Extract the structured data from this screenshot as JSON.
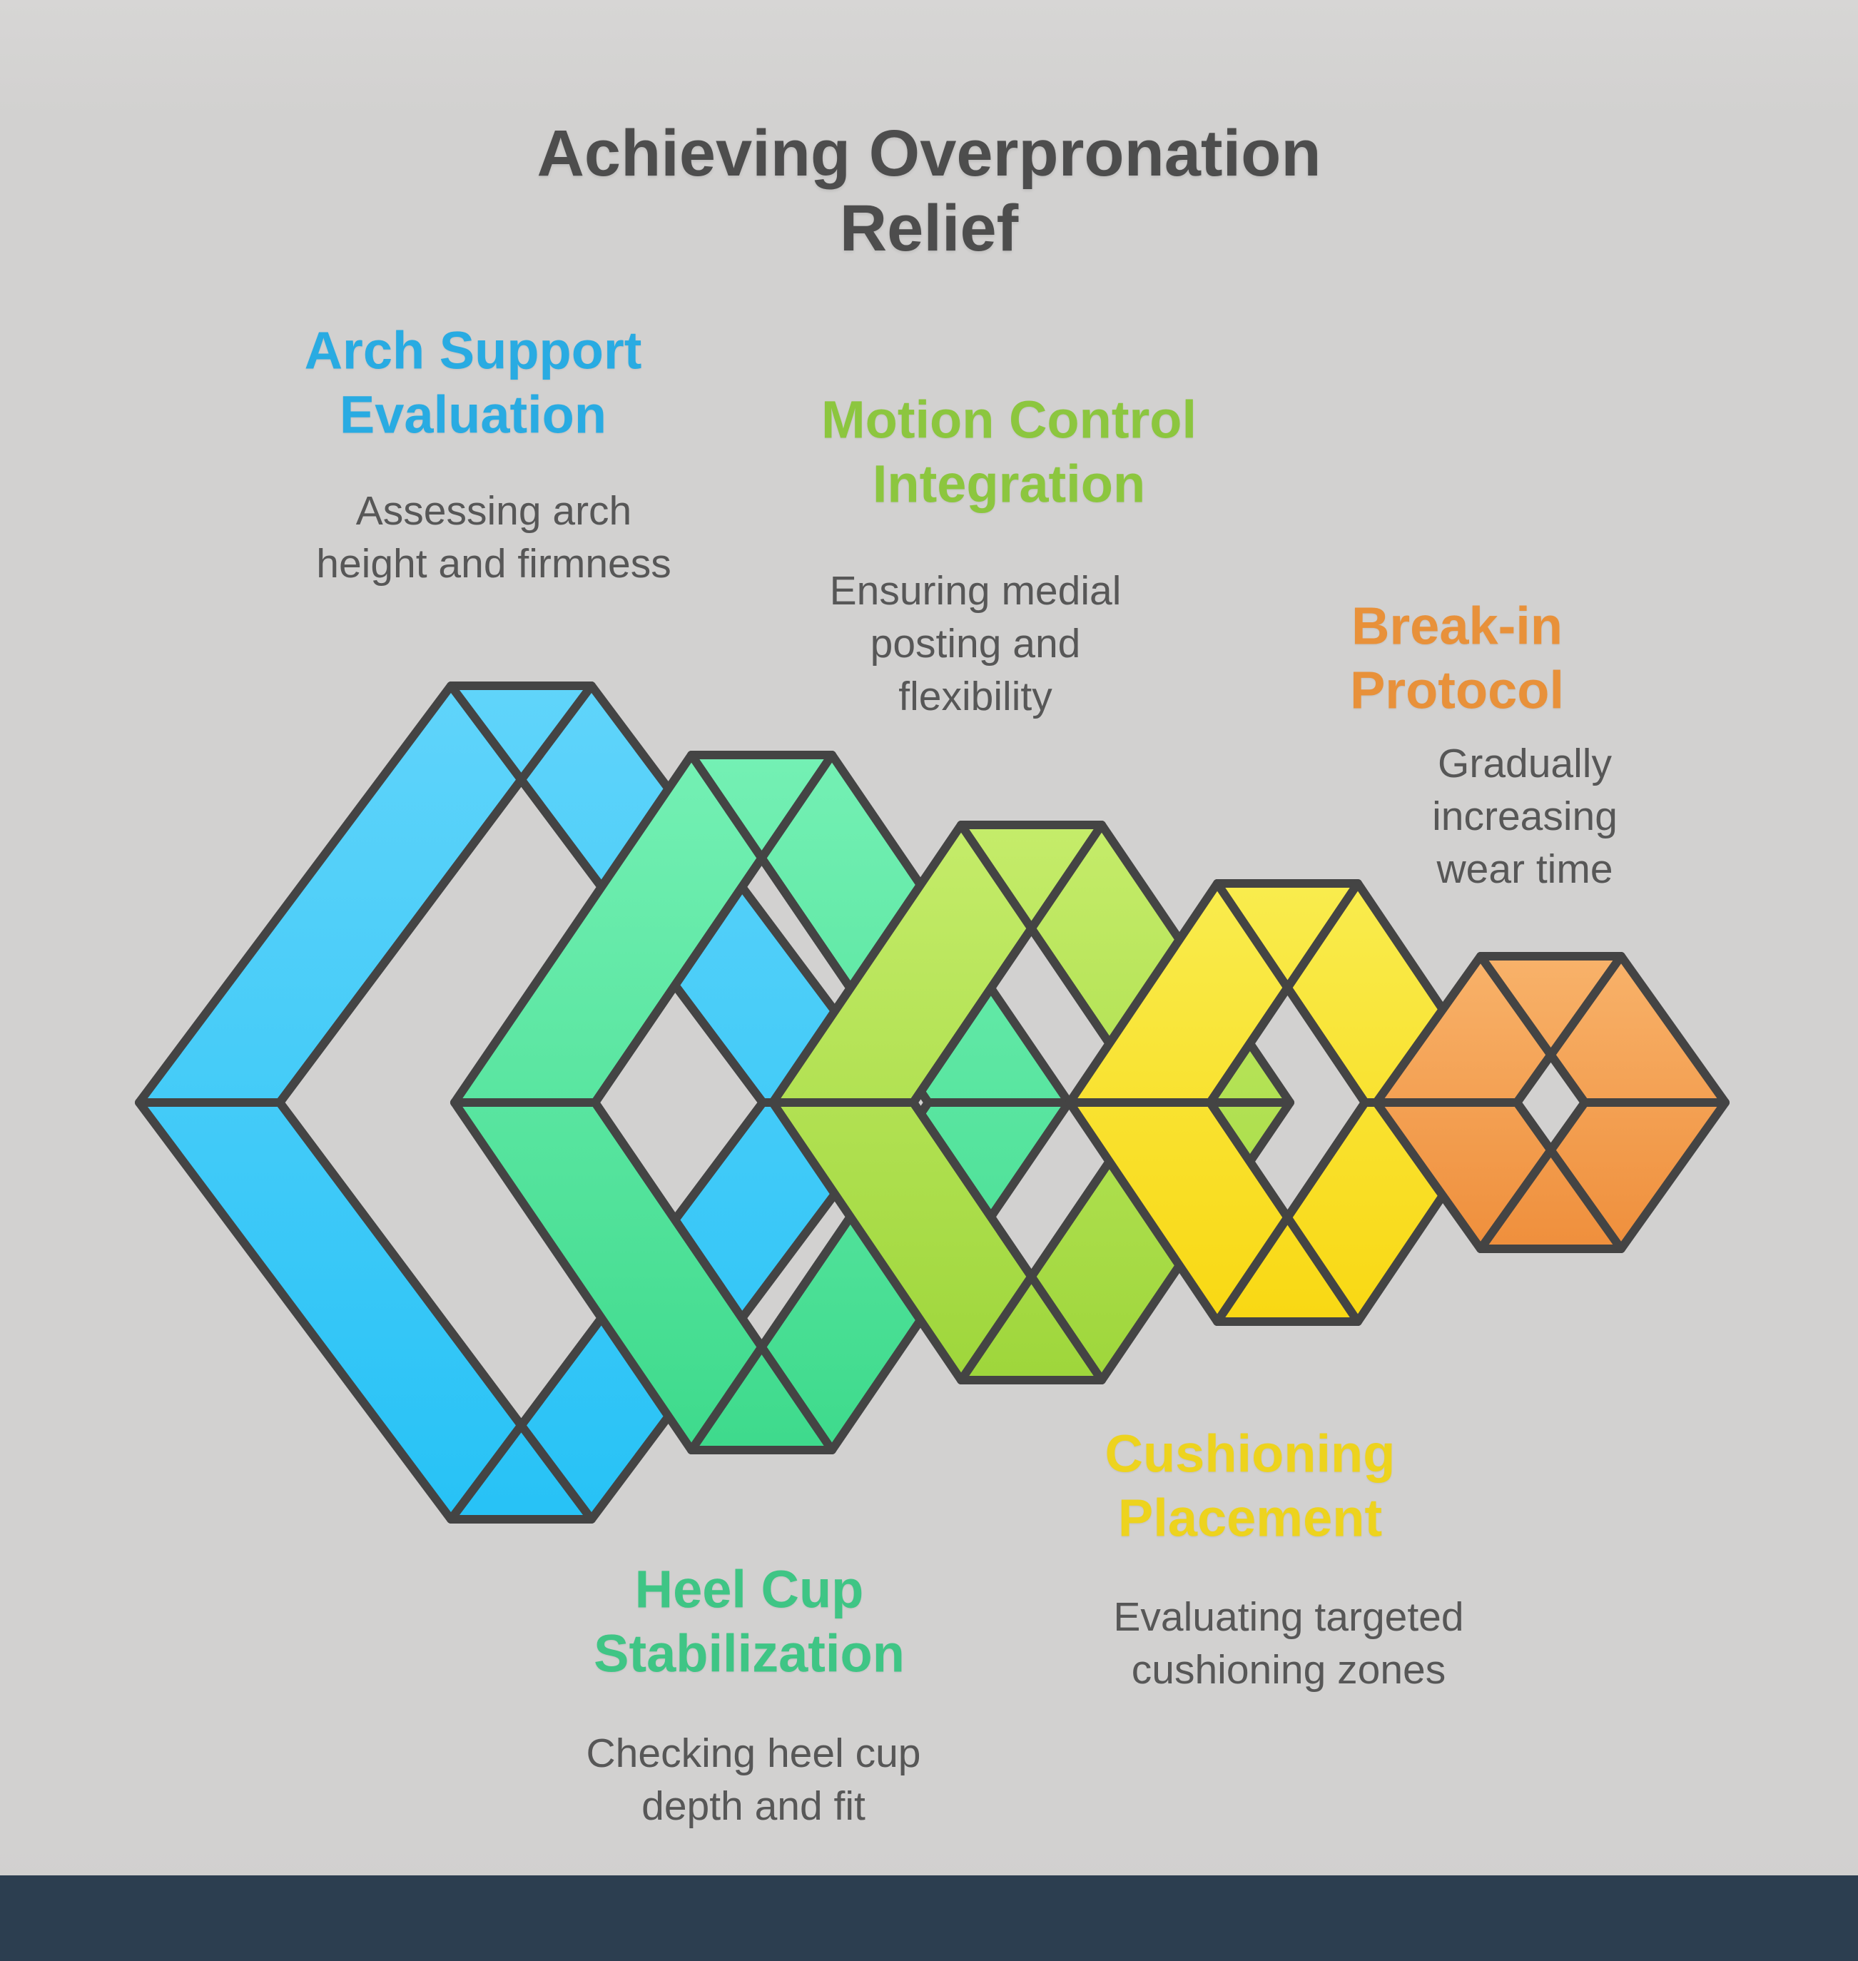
{
  "title": "Achieving Overpronation Relief",
  "colors": {
    "background": "#D2D1D0",
    "footer": "#2C3E50",
    "stroke": "#444444",
    "title_text": "#4D4D4D",
    "description_text": "#575757"
  },
  "stages": [
    {
      "name": "arch-support-evaluation",
      "label": "Arch Support\nEvaluation",
      "description": "Assessing arch\nheight and firmness",
      "label_color": "#29ABE2",
      "ring_top": "#60D4FA",
      "ring_bottom": "#27C2F6",
      "label_position": "above"
    },
    {
      "name": "heel-cup-stabilization",
      "label": "Heel Cup\nStabilization",
      "description": "Checking heel cup\ndepth and fit",
      "label_color": "#3FC585",
      "ring_top": "#74F0B4",
      "ring_bottom": "#3EDA8C",
      "label_position": "below"
    },
    {
      "name": "motion-control-integration",
      "label": "Motion Control\nIntegration",
      "description": "Ensuring medial\nposting and\nflexibility",
      "label_color": "#8CC63F",
      "ring_top": "#C5EC6A",
      "ring_bottom": "#9ED63B",
      "label_position": "above"
    },
    {
      "name": "cushioning-placement",
      "label": "Cushioning\nPlacement",
      "description": "Evaluating targeted\ncushioning zones",
      "label_color": "#EDD31E",
      "ring_top": "#F9EC4E",
      "ring_bottom": "#F9D813",
      "label_position": "below"
    },
    {
      "name": "break-in-protocol",
      "label": "Break-in\nProtocol",
      "description": "Gradually increasing\nwear time",
      "label_color": "#E8913A",
      "ring_top": "#F8B26A",
      "ring_bottom": "#EF8F3C",
      "label_position": "above"
    }
  ]
}
